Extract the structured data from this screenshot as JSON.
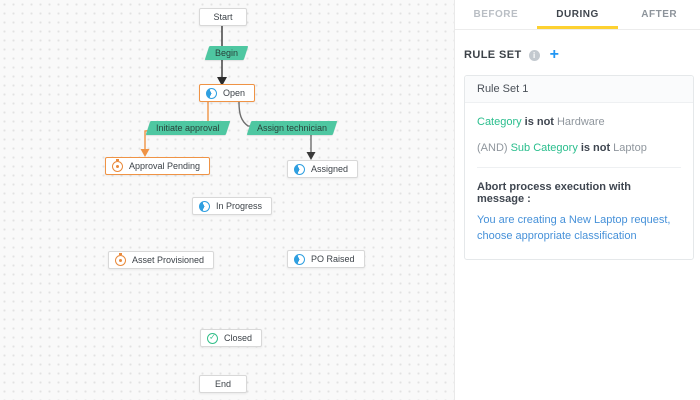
{
  "canvas": {
    "nodes": {
      "start": "Start",
      "begin": "Begin",
      "open": "Open",
      "initiate_approval": "Initiate approval",
      "assign_technician": "Assign technician",
      "approval_pending": "Approval Pending",
      "assigned": "Assigned",
      "in_progress": "In Progress",
      "asset_provisioned": "Asset Provisioned",
      "po_raised": "PO Raised",
      "closed": "Closed",
      "end": "End"
    },
    "icons": {
      "check_glyph": "✓"
    },
    "colors": {
      "label_green": "#4ec7a1",
      "selection_orange": "#ef9345",
      "icon_blue": "#2f9fe0",
      "icon_orange": "#e98a3c",
      "icon_green": "#34bf8a"
    }
  },
  "panel": {
    "tabs": [
      {
        "label": "BEFORE"
      },
      {
        "label": "DURING"
      },
      {
        "label": "AFTER"
      }
    ],
    "active_tab": "DURING",
    "rule_set": {
      "heading": "RULE SET",
      "info_glyph": "i",
      "add_glyph": "+"
    },
    "card": {
      "title": "Rule Set 1",
      "rules": [
        {
          "conj": "",
          "field": "Category",
          "op": "is not",
          "value": "Hardware"
        },
        {
          "conj": "(AND)",
          "field": "Sub Category",
          "op": "is not",
          "value": "Laptop"
        }
      ],
      "action_label": "Abort process execution with message :",
      "message": "You are creating a New Laptop request, choose appropriate classification"
    },
    "colors": {
      "tab_underline": "#fdd131",
      "field_teal": "#2abe8d",
      "message_blue": "#4691d9",
      "add_blue": "#2196f3"
    }
  }
}
